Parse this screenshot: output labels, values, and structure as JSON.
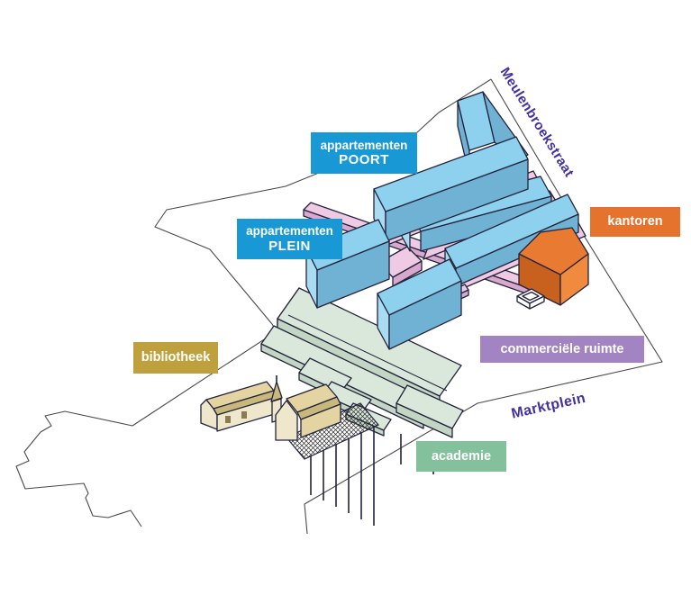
{
  "streets": {
    "meulenbroekstraat": "Meulenbroekstraat",
    "marktplein": "Marktplein"
  },
  "labels": {
    "poort": {
      "line1": "appartementen",
      "line2": "POORT"
    },
    "plein": {
      "line1": "appartementen",
      "line2": "PLEIN"
    },
    "kantoren": {
      "text": "kantoren"
    },
    "bibliotheek": {
      "text": "bibliotheek"
    },
    "commerciele": {
      "text": "commerciële ruimte"
    },
    "academie": {
      "text": "academie"
    }
  },
  "colors": {
    "label_blue": "#1898D5",
    "label_orange": "#E5732E",
    "label_gold": "#BEA03C",
    "label_purple": "#A184C1",
    "label_green": "#82C19B",
    "street_text": "#4331A0",
    "building_blue": "#8DD1EE",
    "building_pink": "#EFCAE4",
    "building_orange": "#E87A31",
    "building_green": "#DAE8DB",
    "building_beige": "#E3D4A2",
    "outline": "#23233C",
    "boundary_line": "#4A4A4A",
    "background": "#FFFFFF"
  }
}
